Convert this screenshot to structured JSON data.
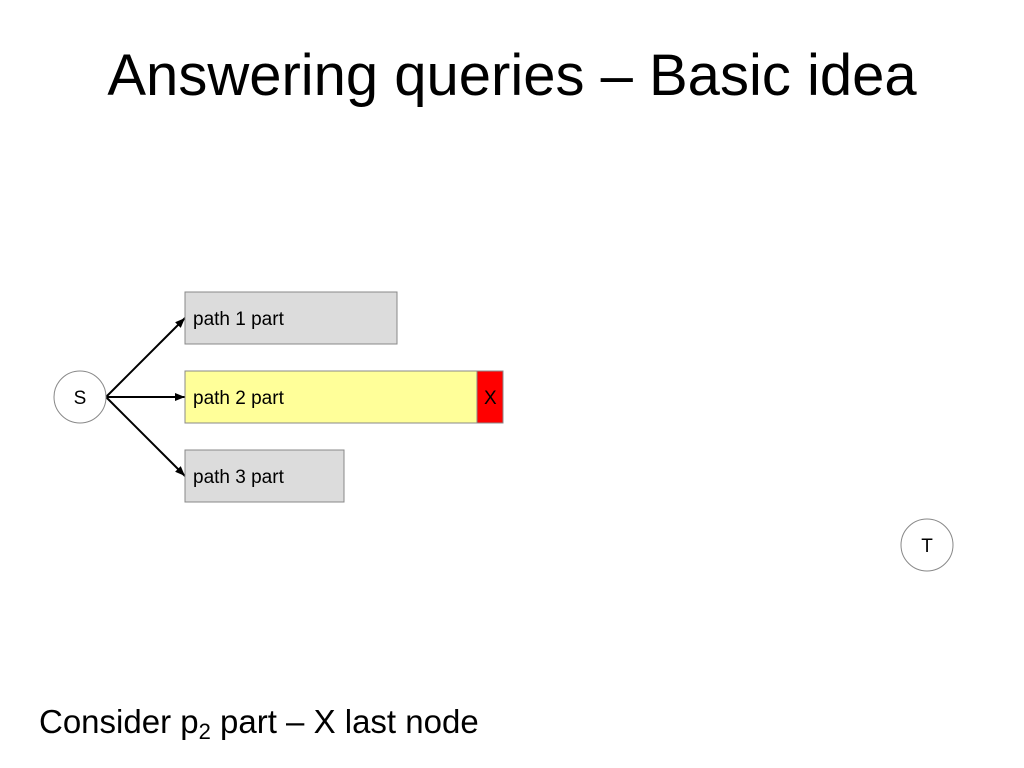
{
  "title": "Answering queries – Basic idea",
  "diagram": {
    "source_node": "S",
    "target_node": "T",
    "boxes": [
      {
        "label": "path 1 part",
        "fill": "#dcdcdc"
      },
      {
        "label": "path 2 part",
        "fill": "#ffff99"
      },
      {
        "label": "path 3 part",
        "fill": "#dcdcdc"
      }
    ],
    "last_node": {
      "label": "X",
      "fill": "#ff0000"
    }
  },
  "caption": {
    "prefix": "Consider p",
    "subscript": "2",
    "suffix": " part – X last node"
  }
}
